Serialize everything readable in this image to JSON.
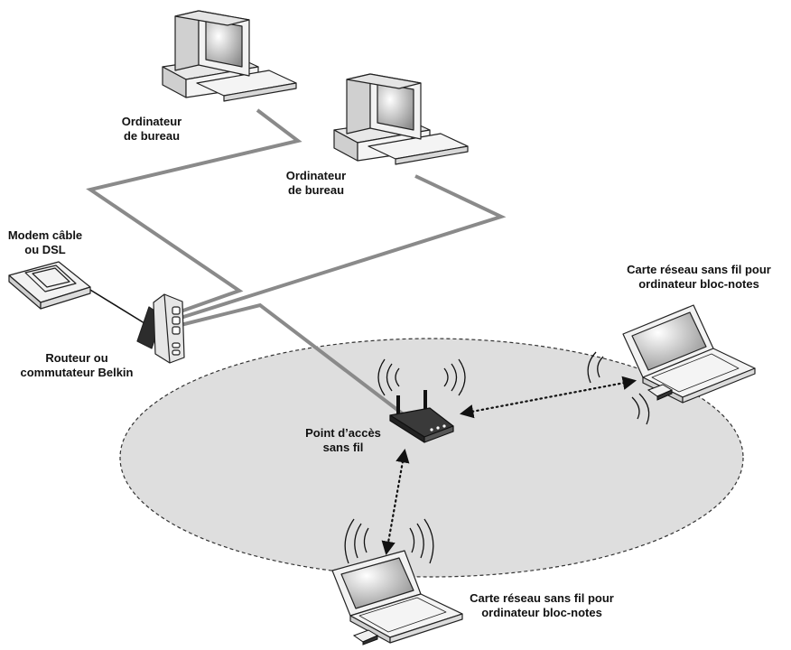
{
  "labels": {
    "desktop_1": [
      "Ordinateur",
      "de bureau"
    ],
    "desktop_2": [
      "Ordinateur",
      "de bureau"
    ],
    "modem": [
      "Modem câble",
      "ou DSL"
    ],
    "router": [
      "Routeur ou",
      "commutateur Belkin"
    ],
    "access_point": [
      "Point d’accès",
      "sans fil"
    ],
    "laptop_right": [
      "Carte réseau sans fil pour",
      "ordinateur bloc-notes"
    ],
    "laptop_bottom": [
      "Carte réseau sans fil pour",
      "ordinateur bloc-notes"
    ]
  },
  "colors": {
    "cable": "#8a8a8a",
    "zone_fill": "#dedede",
    "zone_border": "#333333",
    "device": "#f2f2f2",
    "device_dark": "#3a3a3a"
  },
  "icons": [
    "desktop-computer-icon",
    "cable-modem-icon",
    "router-switch-icon",
    "wireless-access-point-icon",
    "laptop-computer-icon",
    "wireless-card-icon",
    "signal-wave-icon",
    "bidirectional-arrow-icon"
  ]
}
